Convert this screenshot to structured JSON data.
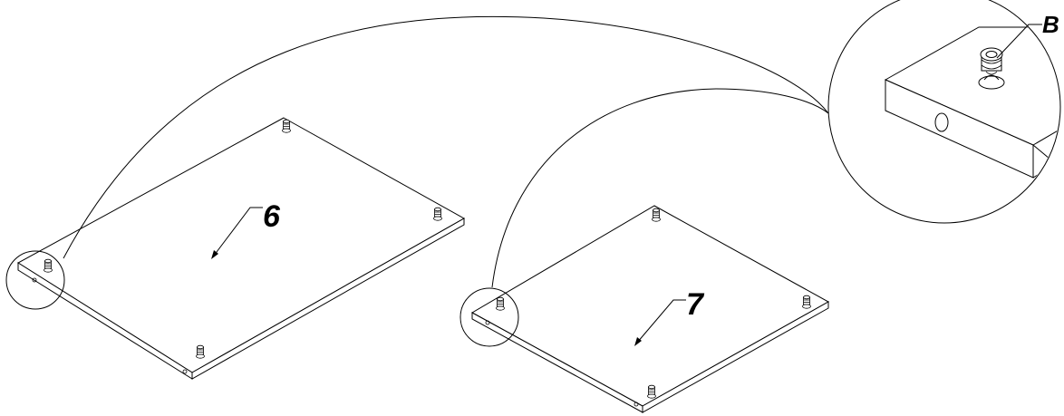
{
  "diagram": {
    "panel_a_label": "6",
    "panel_b_label": "7",
    "detail_label": "B"
  }
}
